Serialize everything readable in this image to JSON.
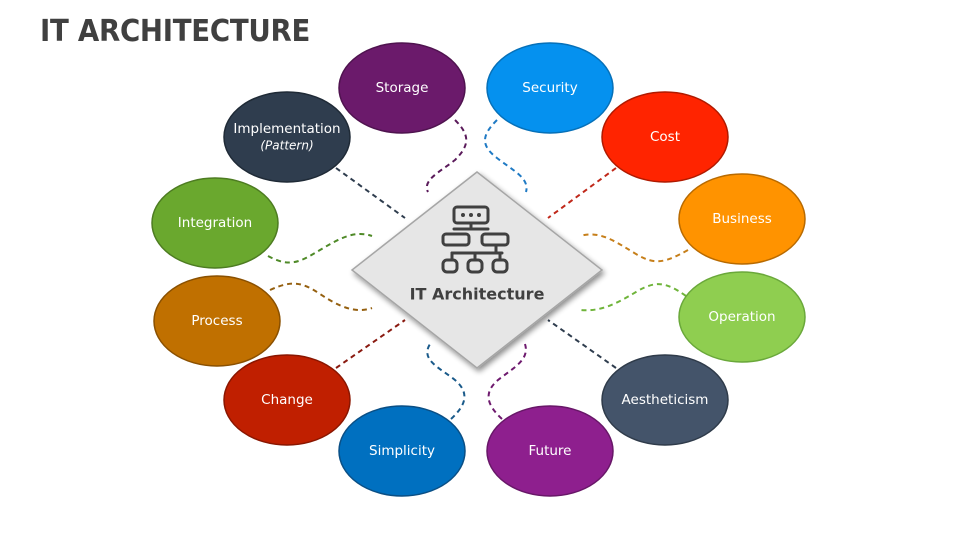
{
  "slide": {
    "title": "IT ARCHITECTURE"
  },
  "center": {
    "label": "IT Architecture",
    "icon": "hierarchy-icon",
    "fill": "#e6e6e6",
    "icon_color": "#404040"
  },
  "nodes": [
    {
      "id": "storage",
      "label": "Storage",
      "sub": "",
      "fill": "#6b1a6b",
      "stroke": "#4f134f",
      "connector": "#5a1a5a"
    },
    {
      "id": "security",
      "label": "Security",
      "sub": "",
      "fill": "#0591ef",
      "stroke": "#0670b8",
      "connector": "#1f7ac4"
    },
    {
      "id": "implementation",
      "label": "Implementation",
      "sub": "(Pattern)",
      "fill": "#2f3d4e",
      "stroke": "#1f2a36",
      "connector": "#2f3d4e"
    },
    {
      "id": "cost",
      "label": "Cost",
      "sub": "",
      "fill": "#ff2400",
      "stroke": "#b01a00",
      "connector": "#c0281a"
    },
    {
      "id": "integration",
      "label": "Integration",
      "sub": "",
      "fill": "#6aa82e",
      "stroke": "#4d7c21",
      "connector": "#4f8a28"
    },
    {
      "id": "business",
      "label": "Business",
      "sub": "",
      "fill": "#ff9300",
      "stroke": "#b86a00",
      "connector": "#c67f1a"
    },
    {
      "id": "process",
      "label": "Process",
      "sub": "",
      "fill": "#c07000",
      "stroke": "#8a5000",
      "connector": "#956010"
    },
    {
      "id": "operation",
      "label": "Operation",
      "sub": "",
      "fill": "#8fce50",
      "stroke": "#6aa83a",
      "connector": "#6fb43a"
    },
    {
      "id": "change",
      "label": "Change",
      "sub": "",
      "fill": "#c01f00",
      "stroke": "#8a1600",
      "connector": "#8a1a10"
    },
    {
      "id": "aestheticism",
      "label": "Aestheticism",
      "sub": "",
      "fill": "#44546a",
      "stroke": "#2f3b4a",
      "connector": "#2f3d4e"
    },
    {
      "id": "simplicity",
      "label": "Simplicity",
      "sub": "",
      "fill": "#0070c0",
      "stroke": "#0a4f85",
      "connector": "#1a5a8a"
    },
    {
      "id": "future",
      "label": "Future",
      "sub": "",
      "fill": "#8e1f8e",
      "stroke": "#681768",
      "connector": "#6e1a6e"
    }
  ]
}
